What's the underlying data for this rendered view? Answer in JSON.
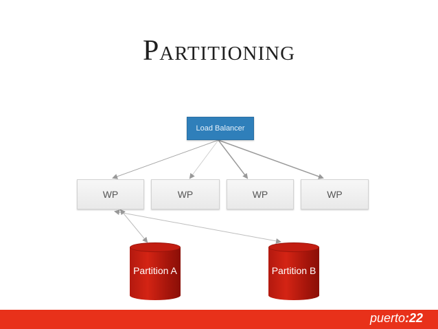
{
  "title": "Partitioning",
  "load_balancer": "Load Balancer",
  "web_processes": [
    "WP",
    "WP",
    "WP",
    "WP"
  ],
  "partitions": [
    "Partition A",
    "Partition B"
  ],
  "logo": {
    "text": "puerto",
    "number": ":22"
  },
  "colors": {
    "load_balancer": "#2f7fba",
    "partition": "#c21d11",
    "footer": "#e8311a"
  }
}
